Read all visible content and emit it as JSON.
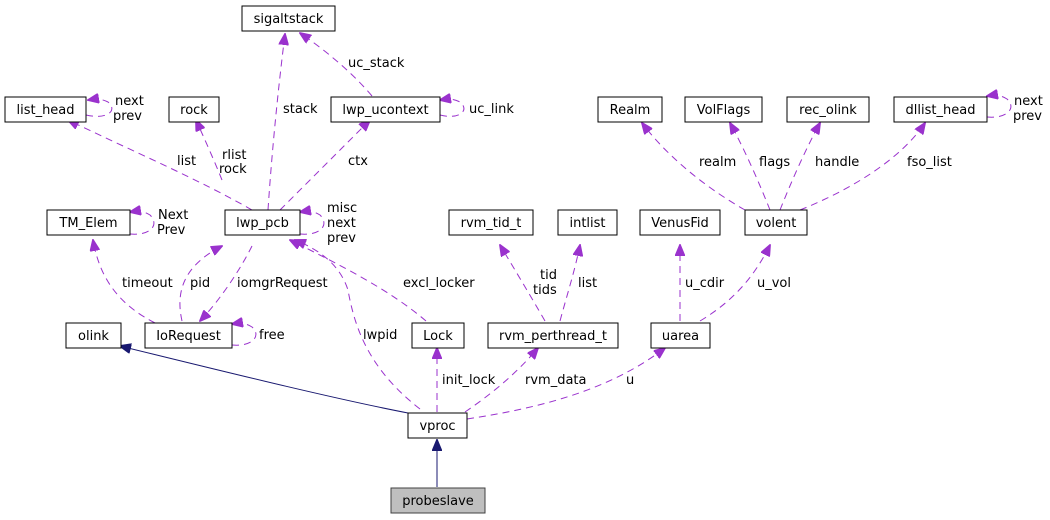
{
  "diagram": {
    "title": "probeslave collaboration graph",
    "colors": {
      "usage_edge": "#9a32cd",
      "inheritance_edge": "#191970",
      "focus_node_fill": "#bfbfbf",
      "node_fill": "#ffffff"
    },
    "nodes": {
      "sigaltstack": "sigaltstack",
      "list_head": "list_head",
      "rock": "rock",
      "lwp_ucontext": "lwp_ucontext",
      "Realm": "Realm",
      "VolFlags": "VolFlags",
      "rec_olink": "rec_olink",
      "dllist_head": "dllist_head",
      "TM_Elem": "TM_Elem",
      "lwp_pcb": "lwp_pcb",
      "rvm_tid_t": "rvm_tid_t",
      "intlist": "intlist",
      "VenusFid": "VenusFid",
      "volent": "volent",
      "olink": "olink",
      "IoRequest": "IoRequest",
      "Lock": "Lock",
      "rvm_perthread_t": "rvm_perthread_t",
      "uarea": "uarea",
      "vproc": "vproc",
      "probeslave": "probeslave"
    },
    "edge_labels": {
      "list_head_self": [
        "next",
        "prev"
      ],
      "lwp_ucontext_self": "uc_link",
      "uc_stack": "uc_stack",
      "stack": "stack",
      "list": "list",
      "rock": [
        "rlist",
        "rock"
      ],
      "ctx": "ctx",
      "lwp_pcb_self": [
        "misc",
        "next",
        "prev"
      ],
      "tm_elem_self": [
        "Next",
        "Prev"
      ],
      "dllist_head_self": [
        "next",
        "prev"
      ],
      "realm": "realm",
      "flags": "flags",
      "handle": "handle",
      "fso_list": "fso_list",
      "timeout": "timeout",
      "pid": "pid",
      "iomgrRequest": "iomgrRequest",
      "excl_locker": "excl_locker",
      "tid": [
        "tid",
        "tids"
      ],
      "intlist_list": "list",
      "u_cdir": "u_cdir",
      "u_vol": "u_vol",
      "free": "free",
      "lwpid": "lwpid",
      "init_lock": "init_lock",
      "rvm_data": "rvm_data",
      "u": "u"
    }
  }
}
